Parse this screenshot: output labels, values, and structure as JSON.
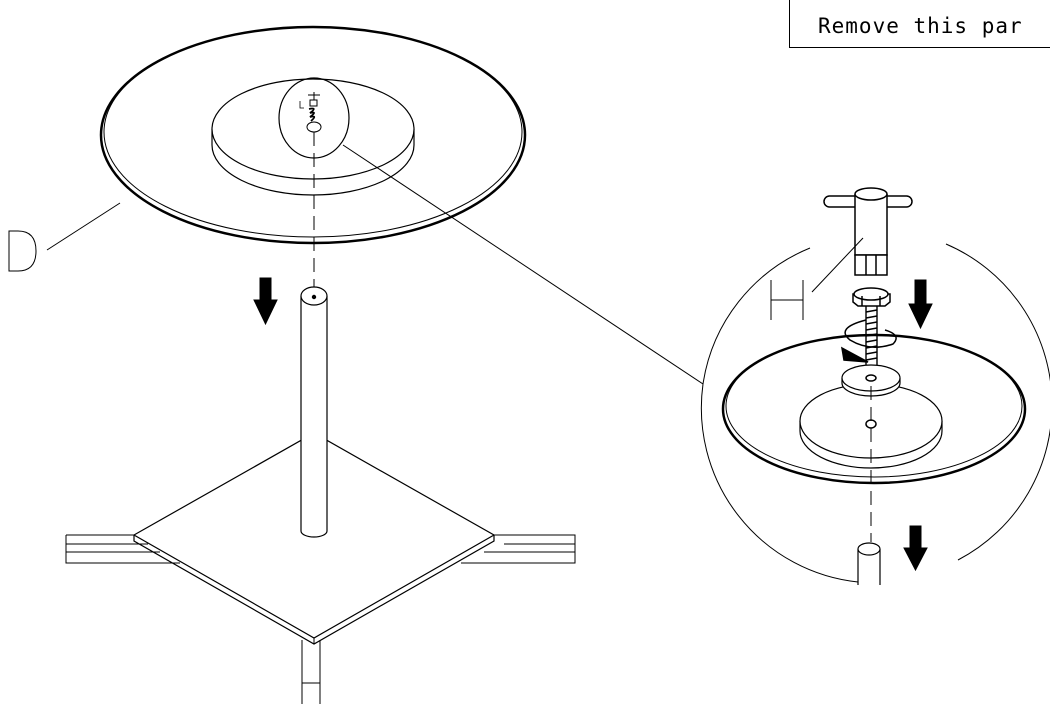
{
  "note": {
    "text": "Remove this par"
  },
  "labels": {
    "d": "D",
    "h": "H"
  },
  "colors": {
    "line": "#000000",
    "background": "#ffffff"
  }
}
